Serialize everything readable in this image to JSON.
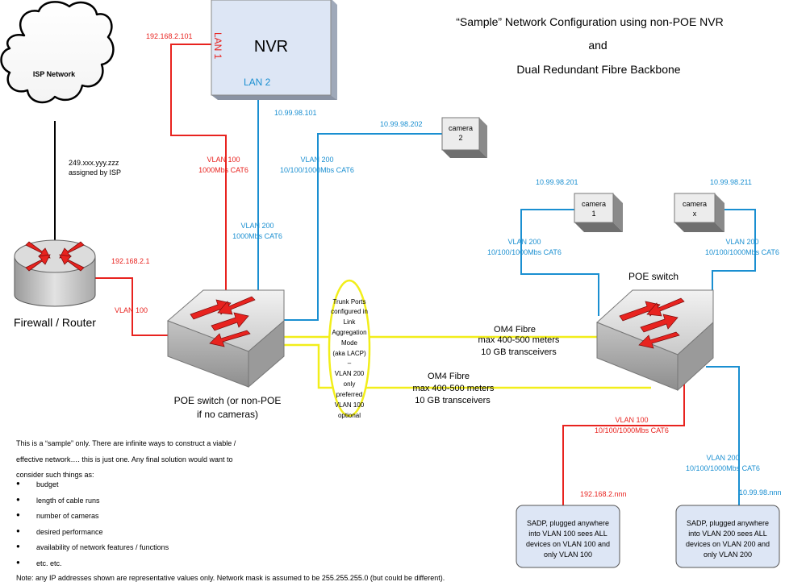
{
  "title": {
    "line1": "“Sample” Network Configuration using non-POE NVR",
    "line2": "and",
    "line3": "Dual Redundant Fibre Backbone"
  },
  "cloud": {
    "label": "ISP Network"
  },
  "isp_assign": {
    "line1": "249.xxx.yyy.zzz",
    "line2": "assigned by ISP"
  },
  "router": {
    "label": "Firewall / Router",
    "ip": "192.168.2.1",
    "vlan": "VLAN 100"
  },
  "nvr": {
    "label": "NVR",
    "lan1": "LAN 1",
    "lan2": "LAN 2",
    "ip_lan1": "192.168.2.101",
    "ip_lan2": "10.99.98.101"
  },
  "links": {
    "nvr_lan1": {
      "line1": "VLAN 100",
      "line2": "1000Mbs CAT6"
    },
    "nvr_lan2": {
      "line1": "VLAN 200",
      "line2": "1000Mbs CAT6"
    },
    "camera2": {
      "line1": "VLAN 200",
      "line2": "10/100/1000Mbs CAT6"
    },
    "camera1": {
      "line1": "VLAN 200",
      "line2": "10/100/1000Mbs CAT6"
    },
    "camerax": {
      "line1": "VLAN 200",
      "line2": "10/100/1000Mbs CAT6"
    },
    "sadp100": {
      "line1": "VLAN 100",
      "line2": "10/100/1000Mbs CAT6"
    },
    "sadp200": {
      "line1": "VLAN 200",
      "line2": "10/100/1000Mbs CAT6"
    }
  },
  "cameras": {
    "camera2": {
      "line1": "camera",
      "line2": "2",
      "ip": "10.99.98.202"
    },
    "camera1": {
      "line1": "camera",
      "line2": "1",
      "ip": "10.99.98.201"
    },
    "camerax": {
      "line1": "camera",
      "line2": "x",
      "ip": "10.99.98.211"
    }
  },
  "switch_left": {
    "line1": "POE switch (or non-POE",
    "line2": "if no cameras)"
  },
  "switch_right": {
    "label": "POE switch"
  },
  "trunk": {
    "lines": [
      "Trunk Ports",
      "configured in",
      "Link",
      "Aggregation",
      "Mode",
      "(aka LACP)",
      "–",
      "VLAN 200",
      "only",
      "preferred",
      "VLAN 100",
      "optional"
    ]
  },
  "fibre1": {
    "line1": "OM4 Fibre",
    "line2": "max 400-500 meters",
    "line3": "10 GB transceivers"
  },
  "fibre2": {
    "line1": "OM4 Fibre",
    "line2": "max 400-500 meters",
    "line3": "10 GB transceivers"
  },
  "sadp": {
    "left": {
      "ip": "192.168.2.nnn",
      "lines": [
        "SADP, plugged anywhere",
        "into VLAN 100 sees ALL",
        "devices on VLAN 100 and",
        "only VLAN 100"
      ]
    },
    "right": {
      "ip": "10.99.98.nnn",
      "lines": [
        "SADP, plugged anywhere",
        "into VLAN 200 sees ALL",
        "devices on VLAN 200 and",
        "only VLAN 200"
      ]
    }
  },
  "notes": {
    "para": "This is a “sample” only.  There are infinite ways to construct a viable / effective network…. this is just one.  Any final solution would want to consider such things as:",
    "bullets": [
      "budget",
      "length of cable runs",
      "number of cameras",
      "desired performance",
      "availability of network features / functions",
      "etc. etc."
    ],
    "footnote": "Note:  any IP addresses shown are representative values only.  Network mask is assumed to be 255.255.255.0 (but could be different)."
  },
  "colors": {
    "vlan100": "#e8231f",
    "vlan200": "#1a8fd1",
    "fibre": "#f2ee1a",
    "device_fill": "#dde6f5"
  }
}
